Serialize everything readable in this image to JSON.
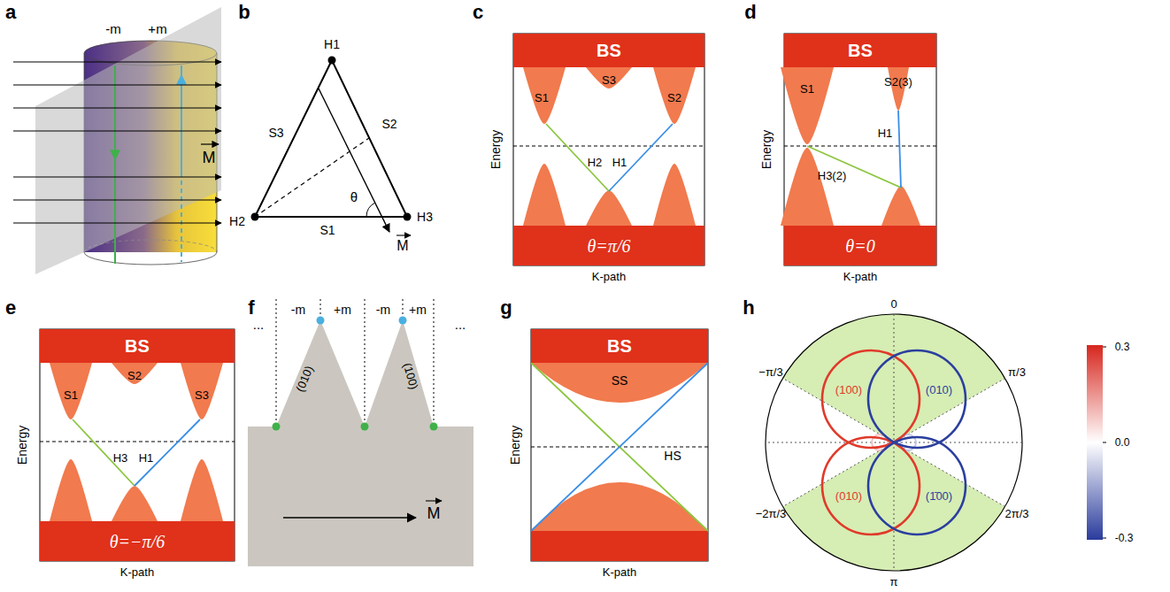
{
  "diagram": {
    "nodes": [
      {
        "text": [
          "BS"
        ]
      },
      {
        "text": [
          "θ=π/6"
        ]
      },
      {
        "text": [
          "BS"
        ]
      },
      {
        "text": [
          "θ=0"
        ]
      },
      {
        "text": [
          "BS"
        ]
      },
      {
        "text": [
          "θ=−π/6"
        ]
      },
      {
        "text": [
          "BS"
        ]
      }
    ],
    "labels": [
      "a",
      "-m",
      "+m",
      "M",
      "b",
      "H1",
      "S3",
      "S2",
      "θ",
      "H2",
      "S1",
      "H3",
      "M",
      "c",
      "Energy",
      "S1",
      "S3",
      "S2",
      "H2",
      "H1",
      "K-path",
      "d",
      "Energy",
      "S1",
      "S2(3)",
      "H1",
      "H3(2)",
      "K-path",
      "e",
      "Energy",
      "S1",
      "S2",
      "S3",
      "H3",
      "H1",
      "K-path",
      "f",
      "...",
      "-m",
      "+m",
      "-m",
      "+m",
      "(010)",
      "(100)",
      "...",
      "M",
      "g",
      "Energy",
      "SS",
      "HS",
      "K-path",
      "h",
      "0",
      "−π/3",
      "π/3",
      "−2π/3",
      "2π/3",
      "π",
      "(100)",
      "(010)",
      "(010)",
      "(1̄00)",
      "0.3",
      "0.0",
      "-0.3"
    ]
  }
}
